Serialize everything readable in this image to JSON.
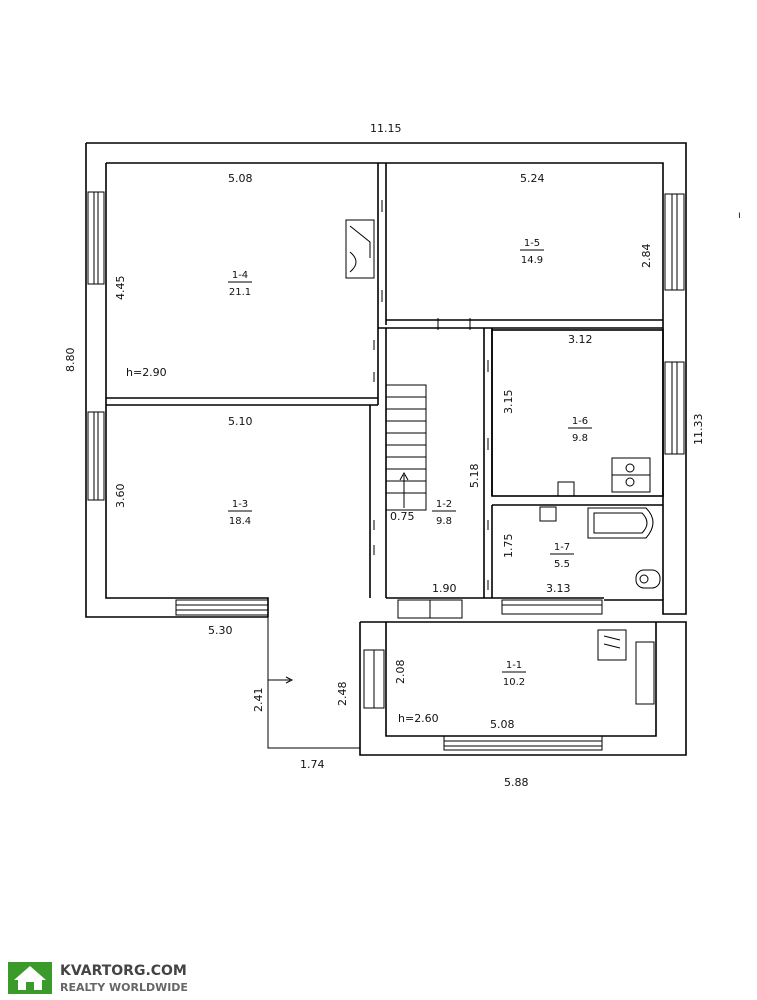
{
  "dimensions": {
    "total_width": "11.15",
    "total_height_left": "8.80",
    "total_height_right": "11.33",
    "room14_width": "5.08",
    "room14_height": "4.45",
    "room15_width": "5.24",
    "room15_height": "2.84",
    "ceiling_height_main": "h=2.90",
    "room13_width": "5.10",
    "room13_height": "3.60",
    "room16_width": "3.12",
    "room16_height": "3.15",
    "corridor_height": "5.18",
    "stair_width": "0.75",
    "room17_height": "1.75",
    "room17_width": "3.13",
    "corridor_width": "1.90",
    "bottom_left_width": "5.30",
    "porch_height_outer": "2.41",
    "porch_height_inner": "2.48",
    "room11_height": "2.08",
    "ceiling_height_annex": "h=2.60",
    "room11_width": "5.08",
    "porch_width": "1.74",
    "annex_width": "5.88"
  },
  "rooms": [
    {
      "id": "1-4",
      "area": "21.1"
    },
    {
      "id": "1-5",
      "area": "14.9"
    },
    {
      "id": "1-6",
      "area": "9.8"
    },
    {
      "id": "1-3",
      "area": "18.4"
    },
    {
      "id": "1-2",
      "area": "9.8"
    },
    {
      "id": "1-7",
      "area": "5.5"
    },
    {
      "id": "1-1",
      "area": "10.2"
    }
  ],
  "watermark": {
    "brand": "KVARTORG.COM",
    "tagline": "REALTY WORLDWIDE",
    "icon": "house-icon",
    "accent_color": "#3a9a2a"
  }
}
